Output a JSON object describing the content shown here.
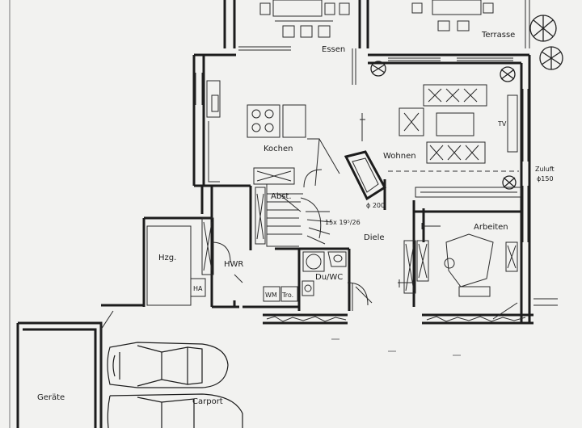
{
  "rooms": {
    "essen": "Essen",
    "terrasse": "Terrasse",
    "kochen": "Kochen",
    "wohnen": "Wohnen",
    "tv": "TV",
    "zuluft": "Zuluft",
    "zuluft_dim": "ϕ150",
    "abst": "Abst.",
    "stair_dim": "15x 19⁵/26",
    "dia200": "ϕ 200",
    "diele": "Diele",
    "arbeiten": "Arbeiten",
    "hzg": "Hzg.",
    "hwr": "HWR",
    "ha": "HA",
    "wm": "WM",
    "tro": "Tro.",
    "du_wc": "Du/WC",
    "geraete": "Geräte",
    "carport": "Carport"
  }
}
